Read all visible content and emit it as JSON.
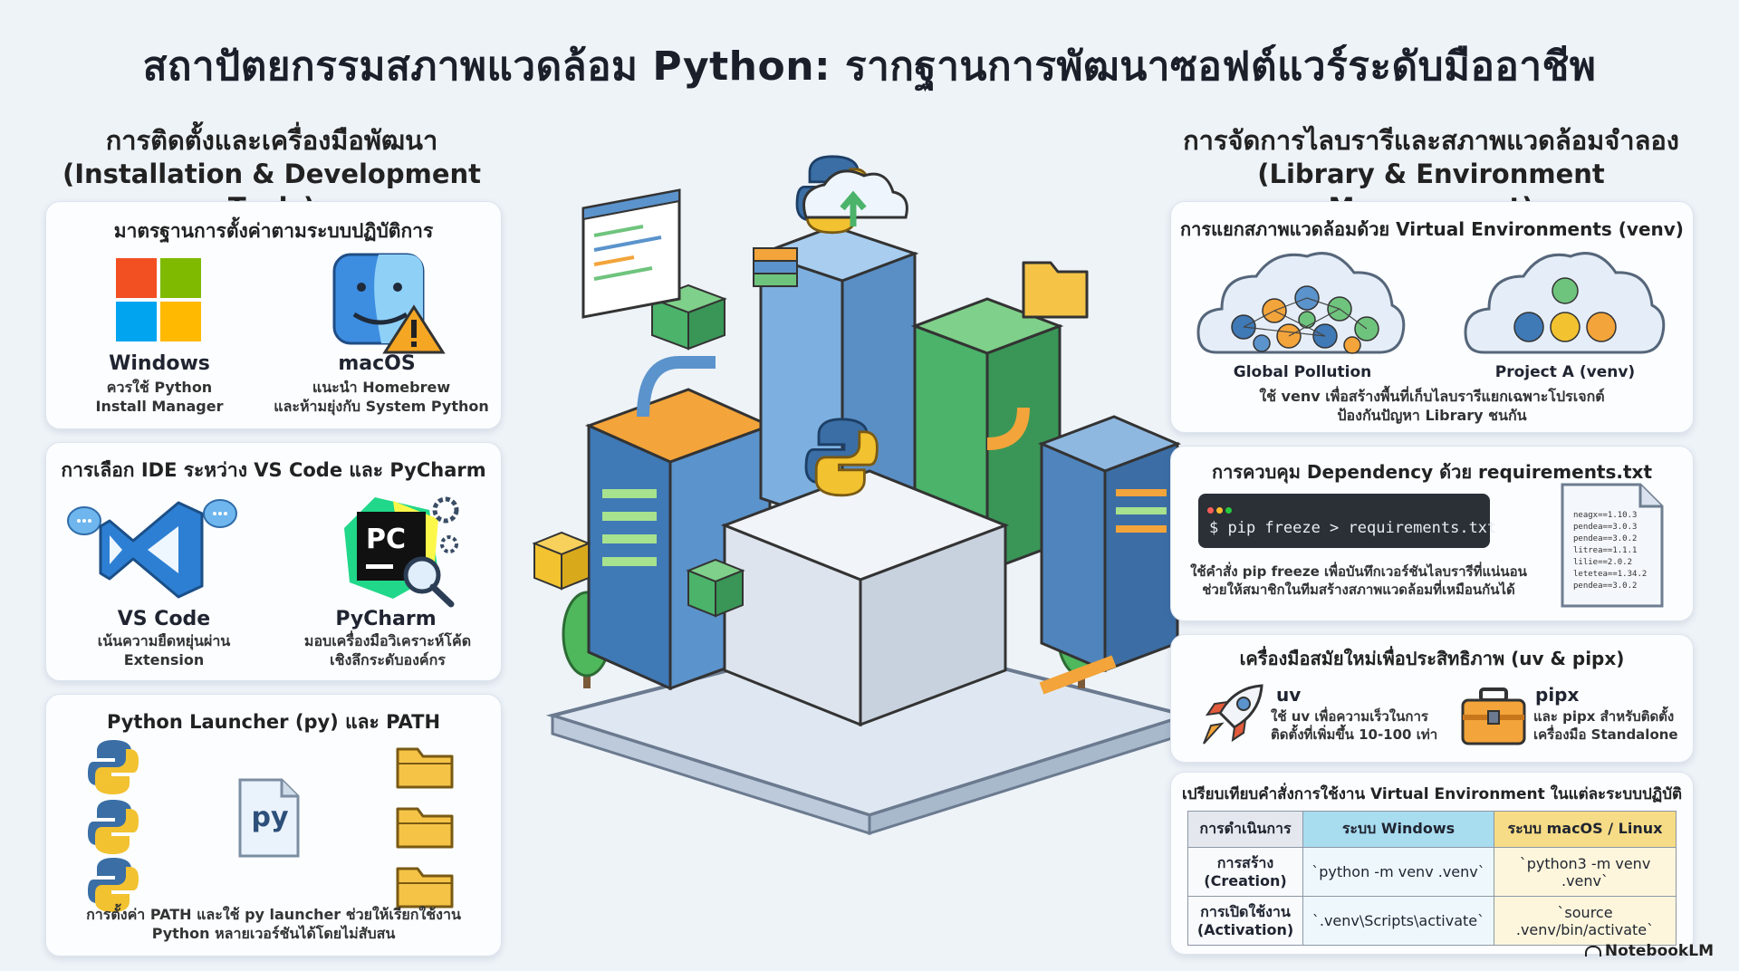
{
  "title": "สถาปัตยกรรมสภาพแวดล้อม Python: รากฐานการพัฒนาซอฟต์แวร์ระดับมืออาชีพ",
  "left": {
    "heading_line1": "การติดตั้งและเครื่องมือพัฒนา",
    "heading_line2": "(Installation & Development Tools)",
    "os_card": {
      "title": "มาตรฐานการตั้งค่าตามระบบปฏิบัติการ",
      "windows_name": "Windows",
      "windows_desc1": "ควรใช้ Python",
      "windows_desc2": "Install Manager",
      "mac_name": "macOS",
      "mac_desc1": "แนะนำ Homebrew",
      "mac_desc2": "และห้ามยุ่งกับ System Python"
    },
    "ide_card": {
      "title": "การเลือก IDE ระหว่าง VS Code และ PyCharm",
      "vscode_name": "VS Code",
      "vscode_desc1": "เน้นความยืดหยุ่นผ่าน",
      "vscode_desc2": "Extension",
      "pycharm_name": "PyCharm",
      "pycharm_desc1": "มอบเครื่องมือวิเคราะห์โค้ด",
      "pycharm_desc2": "เชิงลึกระดับองค์กร",
      "pc_logo": "PC"
    },
    "launcher_card": {
      "title": "Python Launcher (py) และ PATH",
      "py_file": "py",
      "desc1": "การตั้งค่า PATH และใช้ py launcher ช่วยให้เรียกใช้งาน",
      "desc2": "Python หลายเวอร์ชันได้โดยไม่สับสน"
    }
  },
  "right": {
    "heading_line1": "การจัดการไลบรารีและสภาพแวดล้อมจำลอง",
    "heading_line2": "(Library & Environment Management)",
    "venv_card": {
      "title": "การแยกสภาพแวดล้อมด้วย Virtual Environments (venv)",
      "global_label": "Global Pollution",
      "project_label": "Project A (venv)",
      "desc1": "ใช้ venv เพื่อสร้างพื้นที่เก็บไลบรารีแยกเฉพาะโปรเจกต์",
      "desc2": "ป้องกันปัญหา Library ชนกัน"
    },
    "deps_card": {
      "title": "การควบคุม Dependency ด้วย requirements.txt",
      "command": "$ pip freeze > requirements.txt",
      "desc1": "ใช้คำสั่ง pip freeze เพื่อบันทึกเวอร์ชันไลบรารีที่แน่นอน",
      "desc2": "ช่วยให้สมาชิกในทีมสร้างสภาพแวดล้อมที่เหมือนกันได้",
      "req_lines": [
        "neagx==1.10.3",
        "pendea==3.0.3",
        "pendea==3.0.2",
        "litrea==1.1.1",
        "lilie==2.0.2",
        "letetea==1.34.2",
        "pendea==3.0.2"
      ]
    },
    "tools_card": {
      "title": "เครื่องมือสมัยใหม่เพื่อประสิทธิภาพ (uv & pipx)",
      "uv_name": "uv",
      "uv_desc1": "ใช้ uv เพื่อความเร็วในการ",
      "uv_desc2": "ติดตั้งที่เพิ่มขึ้น 10-100 เท่า",
      "pipx_name": "pipx",
      "pipx_desc1": "และ pipx สำหรับติดตั้ง",
      "pipx_desc2": "เครื่องมือ Standalone"
    },
    "compare_card": {
      "title": "เปรียบเทียบคำสั่งการใช้งาน Virtual Environment ในแต่ละระบบปฏิบัติการ",
      "headers": [
        "การดำเนินการ",
        "ระบบ Windows",
        "ระบบ macOS / Linux"
      ],
      "rows": [
        {
          "action1": "การสร้าง",
          "action2": "(Creation)",
          "win": "`python -m venv .venv`",
          "mac": "`python3 -m venv .venv`"
        },
        {
          "action1": "การเปิดใช้งาน",
          "action2": "(Activation)",
          "win": "`.venv\\Scripts\\activate`",
          "mac": "`source .venv/bin/activate`"
        }
      ]
    }
  },
  "footer": "NotebookLM",
  "colors": {
    "python_blue": "#3a6ea5",
    "python_yellow": "#f2c230",
    "accent_green": "#5cc26e",
    "accent_orange": "#f39a2b",
    "bg": "#eef3f8"
  }
}
